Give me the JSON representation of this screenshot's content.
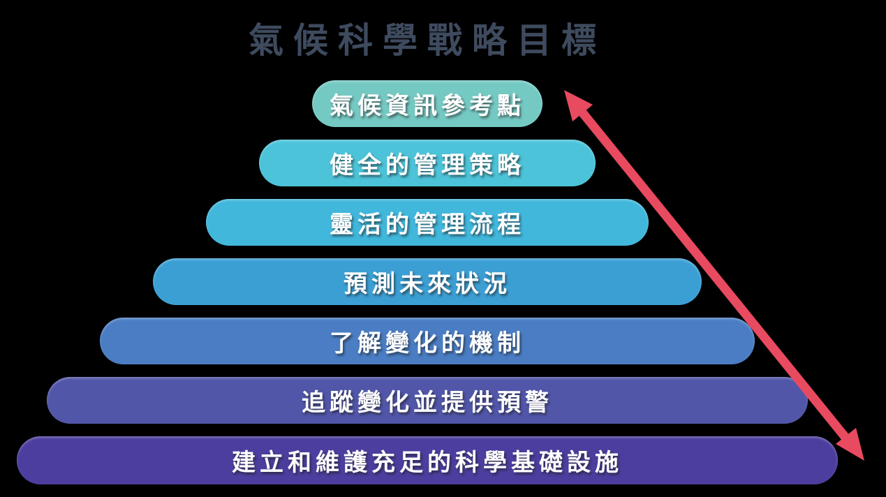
{
  "title": "氣候科學戰略目標",
  "title_color": "#3E4A5E",
  "background_color": "#000000",
  "pyramid": {
    "text_color": "#FFFFFF",
    "levels": [
      {
        "label": "氣候資訊參考點",
        "color": "#75C9C3"
      },
      {
        "label": "健全的管理策略",
        "color": "#4CC3D8"
      },
      {
        "label": "靈活的管理流程",
        "color": "#41B7DC"
      },
      {
        "label": "預測未來狀況",
        "color": "#3C9FD4"
      },
      {
        "label": "了解變化的機制",
        "color": "#4A7DC3"
      },
      {
        "label": "追蹤變化並提供預警",
        "color": "#5156A9"
      },
      {
        "label": "建立和維護充足的科學基礎設施",
        "color": "#4B3E9E"
      }
    ]
  },
  "arrow": {
    "icon": "double-headed-diagonal-arrow-icon",
    "color": "#E84A60"
  }
}
